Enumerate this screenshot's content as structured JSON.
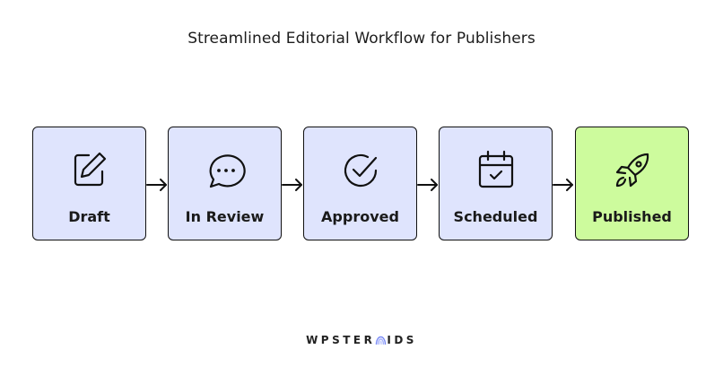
{
  "title": "Streamlined Editorial Workflow for Publishers",
  "steps": [
    {
      "label": "Draft",
      "icon": "edit-icon",
      "color": "#dfe4fd"
    },
    {
      "label": "In Review",
      "icon": "chat-bubble-icon",
      "color": "#dfe4fd"
    },
    {
      "label": "Approved",
      "icon": "check-circle-icon",
      "color": "#dfe4fd"
    },
    {
      "label": "Scheduled",
      "icon": "calendar-check-icon",
      "color": "#dfe4fd"
    },
    {
      "label": "Published",
      "icon": "rocket-icon",
      "color": "#cdfb9d"
    }
  ],
  "brand": {
    "part1": "WPSTER",
    "part2": "IDS"
  }
}
